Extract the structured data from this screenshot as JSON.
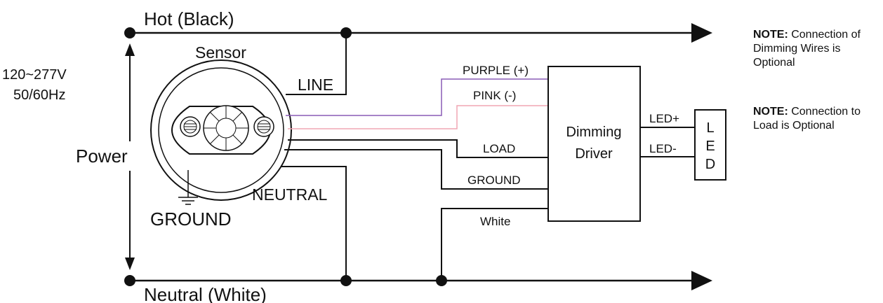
{
  "colors": {
    "wire": "#111111",
    "purple_wire": "#8a5bb5",
    "pink_wire": "#f0a6b4",
    "background": "#ffffff"
  },
  "labels": {
    "hot": "Hot (Black)",
    "neutral": "Neutral (White)",
    "voltage": "120~277V",
    "frequency": "50/60Hz",
    "power": "Power",
    "sensor": "Sensor",
    "line": "LINE",
    "neutral_wire": "NEUTRAL",
    "ground": "GROUND",
    "purple": "PURPLE (+)",
    "pink": "PINK (-)",
    "load": "LOAD",
    "ground_wire": "GROUND",
    "white": "White",
    "driver_line1": "Dimming",
    "driver_line2": "Driver",
    "led_plus": "LED+",
    "led_minus": "LED-",
    "led_l": "L",
    "led_e": "E",
    "led_d": "D"
  },
  "notes": [
    {
      "prefix": "NOTE:",
      "text": " Connection of Dimming Wires is Optional"
    },
    {
      "prefix": "NOTE:",
      "text": " Connection to Load is Optional"
    }
  ]
}
